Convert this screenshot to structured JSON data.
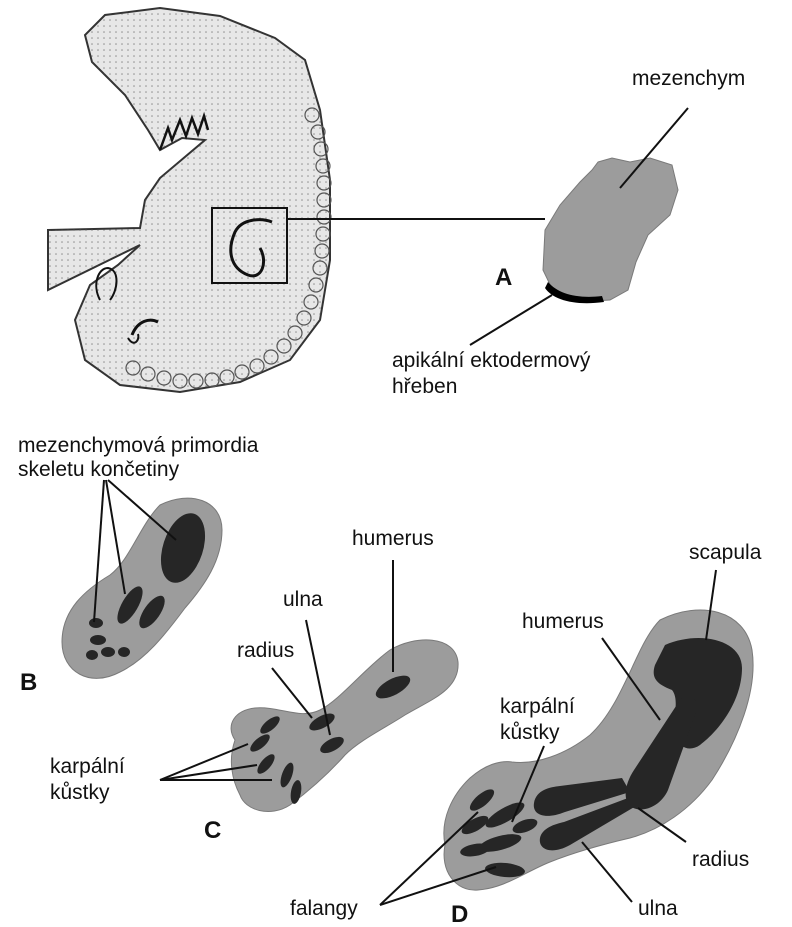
{
  "labels": {
    "mezenchym": "mezenchym",
    "apical_line1": "apikální ektodermový",
    "apical_line2": "hřeben",
    "panel_a": "A",
    "primordia_line1": "mezenchymová primordia",
    "primordia_line2": "skeletu končetiny",
    "panel_b": "B",
    "humerus_c": "humerus",
    "ulna_c": "ulna",
    "radius_c": "radius",
    "karpalni_c1": "karpální",
    "karpalni_c2": "kůstky",
    "panel_c": "C",
    "scapula_d": "scapula",
    "humerus_d": "humerus",
    "karpalni_d1": "karpální",
    "karpalni_d2": "kůstky",
    "radius_d": "radius",
    "ulna_d": "ulna",
    "falangy_d": "falangy",
    "panel_d": "D"
  },
  "colors": {
    "embryo_fill": "#e7e7e7",
    "mesenchyme": "#9c9c9c",
    "cartilage": "#262626",
    "ridge": "#000000"
  }
}
